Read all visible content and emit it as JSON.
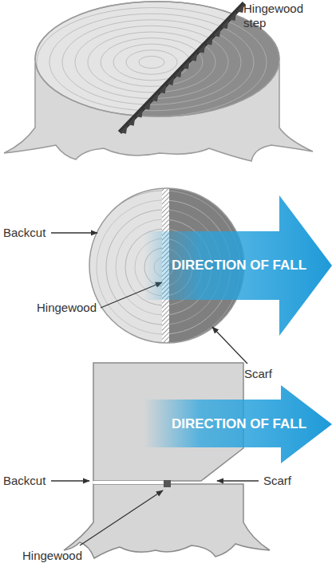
{
  "diagram": {
    "nodes": [
      {
        "text": [
          "DIRECTION OF FALL"
        ]
      },
      {
        "text": [
          "DIRECTION OF FALL"
        ]
      }
    ],
    "labels": [
      "Hingewood step",
      "Backcut",
      "Hingewood",
      "Scarf",
      "Backcut",
      "Scarf",
      "Hingewood"
    ]
  }
}
